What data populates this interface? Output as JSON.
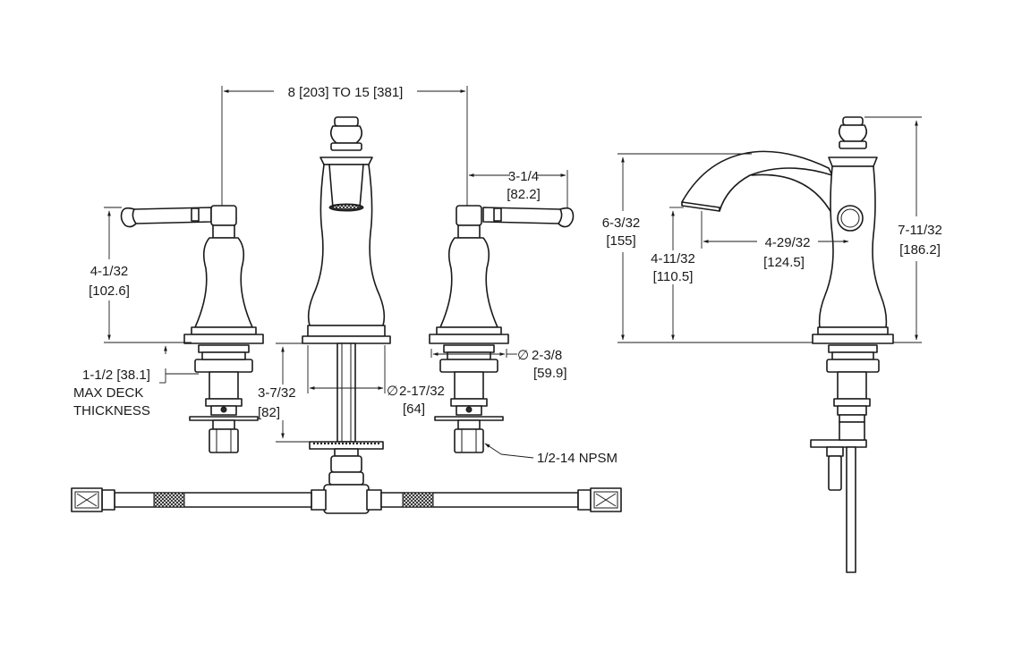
{
  "dimensions": {
    "spread": "8 [203] TO 15 [381]",
    "handle_offset_in": "3-1/4",
    "handle_offset_mm": "[82.2]",
    "handle_height_in": "4-1/32",
    "handle_height_mm": "[102.6]",
    "deck_line1": "1-1/2 [38.1]",
    "deck_line2": "MAX DECK",
    "deck_line3": "THICKNESS",
    "shank_length_in": "3-7/32",
    "shank_length_mm": "[82]",
    "spout_base_dia_in": "2-17/32",
    "spout_base_dia_mm": "[64]",
    "handle_base_dia_in": "2-3/8",
    "handle_base_dia_mm": "[59.9]",
    "thread": "1/2-14 NPSM",
    "spout_height_in": "6-3/32",
    "spout_height_mm": "[155]",
    "outlet_height_in": "4-11/32",
    "outlet_height_mm": "[110.5]",
    "spout_reach_in": "4-29/32",
    "spout_reach_mm": "[124.5]",
    "overall_height_in": "7-11/32",
    "overall_height_mm": "[186.2]"
  },
  "symbols": {
    "diameter": "∅"
  }
}
